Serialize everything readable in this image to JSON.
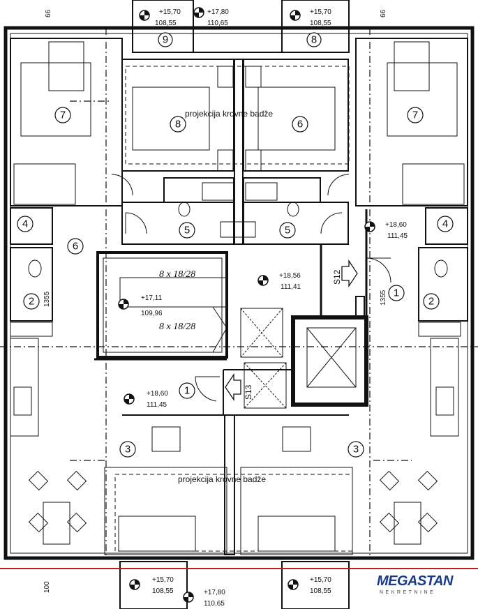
{
  "rooms": [
    "7",
    "8",
    "6",
    "7",
    "9",
    "8",
    "4",
    "5",
    "5",
    "4",
    "6",
    "2",
    "1",
    "2",
    "1",
    "3",
    "3"
  ],
  "elevations": {
    "top_left_a": "+15,70",
    "top_left_b": "108,55",
    "top_mid_a": "+17,80",
    "top_mid_b": "110,65",
    "top_right_a": "+15,70",
    "top_right_b": "108,55",
    "right_a": "+18,60",
    "right_b": "111,45",
    "stair_center_a": "+18,56",
    "stair_center_b": "111,41",
    "stair_left_a": "+17,11",
    "stair_left_b": "109,96",
    "lower_left_a": "+18,60",
    "lower_left_b": "111,45",
    "bot_left_a": "+15,70",
    "bot_left_b": "108,55",
    "bot_mid_a": "+17,80",
    "bot_mid_b": "110,65",
    "bot_right_a": "+15,70",
    "bot_right_b": "108,55"
  },
  "stairs": {
    "upper": "8 x 18/28",
    "lower": "8 x 18/28"
  },
  "notes": {
    "roof_top": "projekcija krovne badže",
    "roof_bottom": "projekcija krovne badže"
  },
  "stair_tags": {
    "s12": "S12",
    "s13": "S13"
  },
  "dims": {
    "top_left": "66",
    "top_right": "66",
    "left_1355": "1355",
    "right_1355": "1355",
    "bottom_left": "100"
  },
  "brand": {
    "name": "MEGASTAN",
    "sub": "NEKRETNINE",
    "color": "#1a3a8a"
  }
}
